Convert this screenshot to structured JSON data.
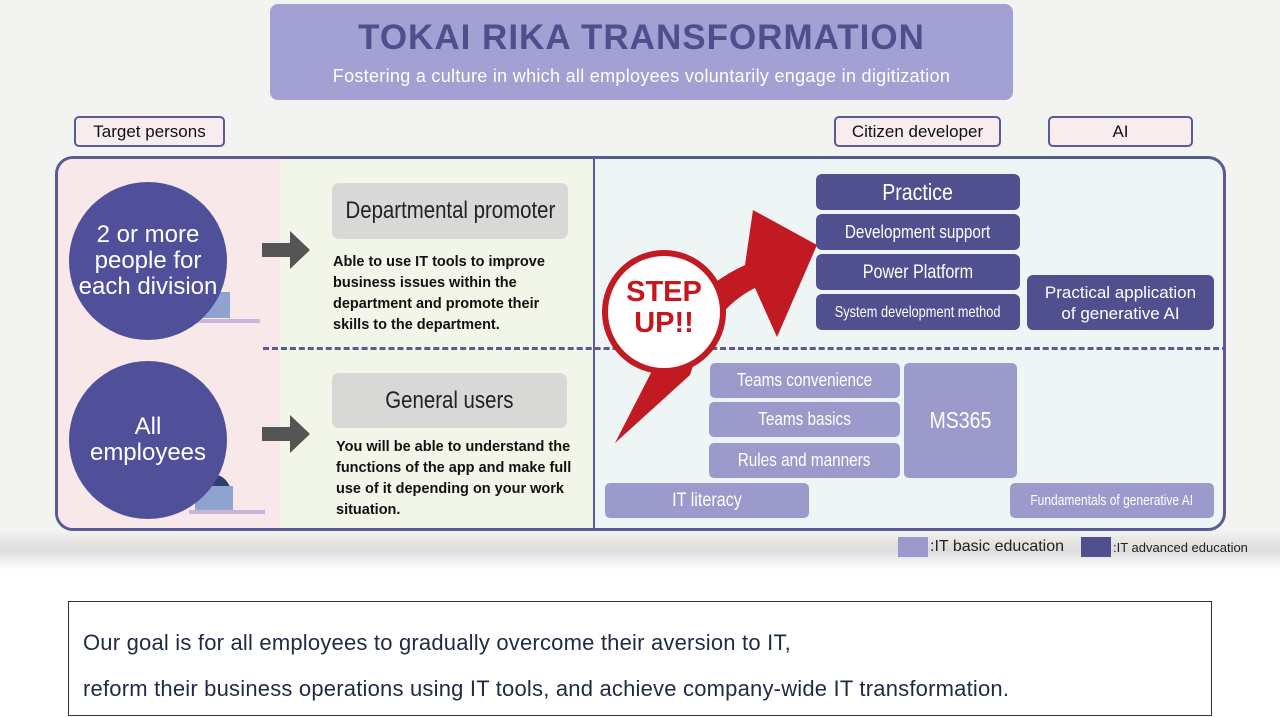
{
  "header": {
    "title": "TOKAI RIKA TRANSFORMATION",
    "subtitle": "Fostering a culture in which all employees voluntarily engage in digitization"
  },
  "tags": {
    "target": "Target persons",
    "citizen": "Citizen developer",
    "ai": "AI"
  },
  "rows": [
    {
      "circle": "2 or more people for each division",
      "role": "Departmental promoter",
      "description": "Able to use IT tools to improve business issues within the department and promote their skills to the department."
    },
    {
      "circle": "All employees",
      "role": "General users",
      "description": "You will be able to understand the functions of the app and make full use of it depending on your work situation."
    }
  ],
  "step_up": {
    "line1": "STEP",
    "line2": "UP!!"
  },
  "advanced": [
    "Practice",
    "Development support",
    "Power Platform",
    "System development method",
    "Practical application of generative AI"
  ],
  "basic": [
    "Teams convenience",
    "Teams basics",
    "Rules and manners",
    "MS365",
    "IT literacy",
    "Fundamentals of generative AI"
  ],
  "legend": {
    "basic": ":IT basic education",
    "advanced": ":IT advanced education"
  },
  "colors": {
    "advanced": "#50508f",
    "basic": "#9c9acb",
    "step_up": "#c8161d"
  },
  "goal": {
    "line1": "Our goal is for all employees to gradually overcome their aversion to IT,",
    "line2": "reform their business operations using IT tools, and achieve company-wide IT transformation."
  }
}
